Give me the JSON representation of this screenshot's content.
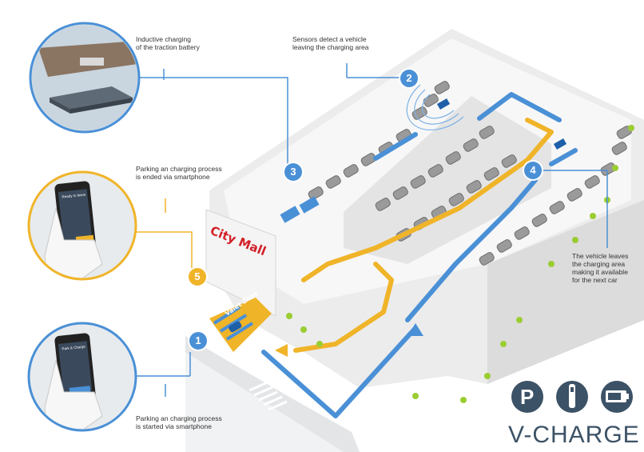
{
  "callouts": {
    "inductive": "Inductive charging\nof the traction battery",
    "sensors": "Sensors detect a vehicle\nleaving the charging area",
    "ended": "Parking an charging process\nis ended via smartphone",
    "started": "Parking an charging process\nis started via smartphone",
    "leaves": "The vehicle leaves\nthe charging area\nmaking it available\nfor the next car"
  },
  "steps": {
    "s1": "1",
    "s2": "2",
    "s3": "3",
    "s4": "4",
    "s5": "5"
  },
  "building": {
    "sign": "City Mall",
    "valet": "Valet Zone"
  },
  "phones": {
    "top_title": "Ready to leave",
    "bottom_title": "Park & Charge"
  },
  "brand": {
    "name": "V-CHARGE",
    "icons": [
      "parking-icon",
      "charging-station-icon",
      "battery-icon"
    ],
    "color": "#3c5266"
  },
  "colors": {
    "blue": "#4a90d6",
    "yellow": "#f0b429",
    "red": "#d22028"
  }
}
